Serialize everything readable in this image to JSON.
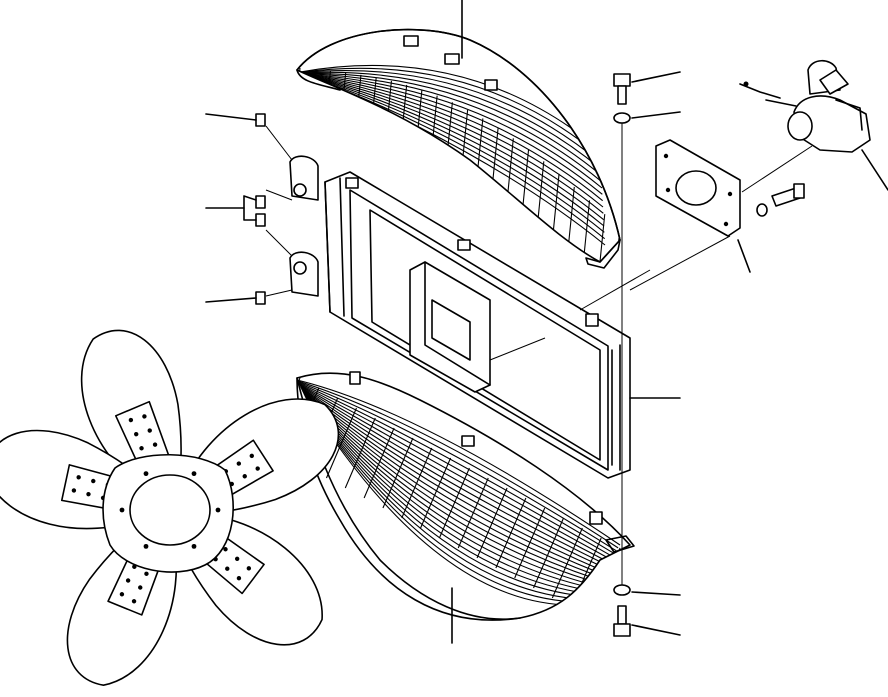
{
  "diagram": {
    "type": "exploded-parts-view",
    "line_color": "#000000",
    "background": "#ffffff",
    "parts": [
      {
        "name": "fan-blade-assembly",
        "icon": "fan-icon"
      },
      {
        "name": "upper-fan-guard",
        "icon": "guard-icon"
      },
      {
        "name": "lower-fan-guard",
        "icon": "guard-icon"
      },
      {
        "name": "fan-shroud-frame",
        "icon": "frame-icon"
      },
      {
        "name": "mounting-plate",
        "icon": "plate-icon"
      },
      {
        "name": "pump-motor",
        "icon": "pump-icon"
      },
      {
        "name": "bolt",
        "icon": "bolt-icon"
      },
      {
        "name": "washer",
        "icon": "washer-icon"
      },
      {
        "name": "nut",
        "icon": "nut-icon"
      }
    ]
  }
}
